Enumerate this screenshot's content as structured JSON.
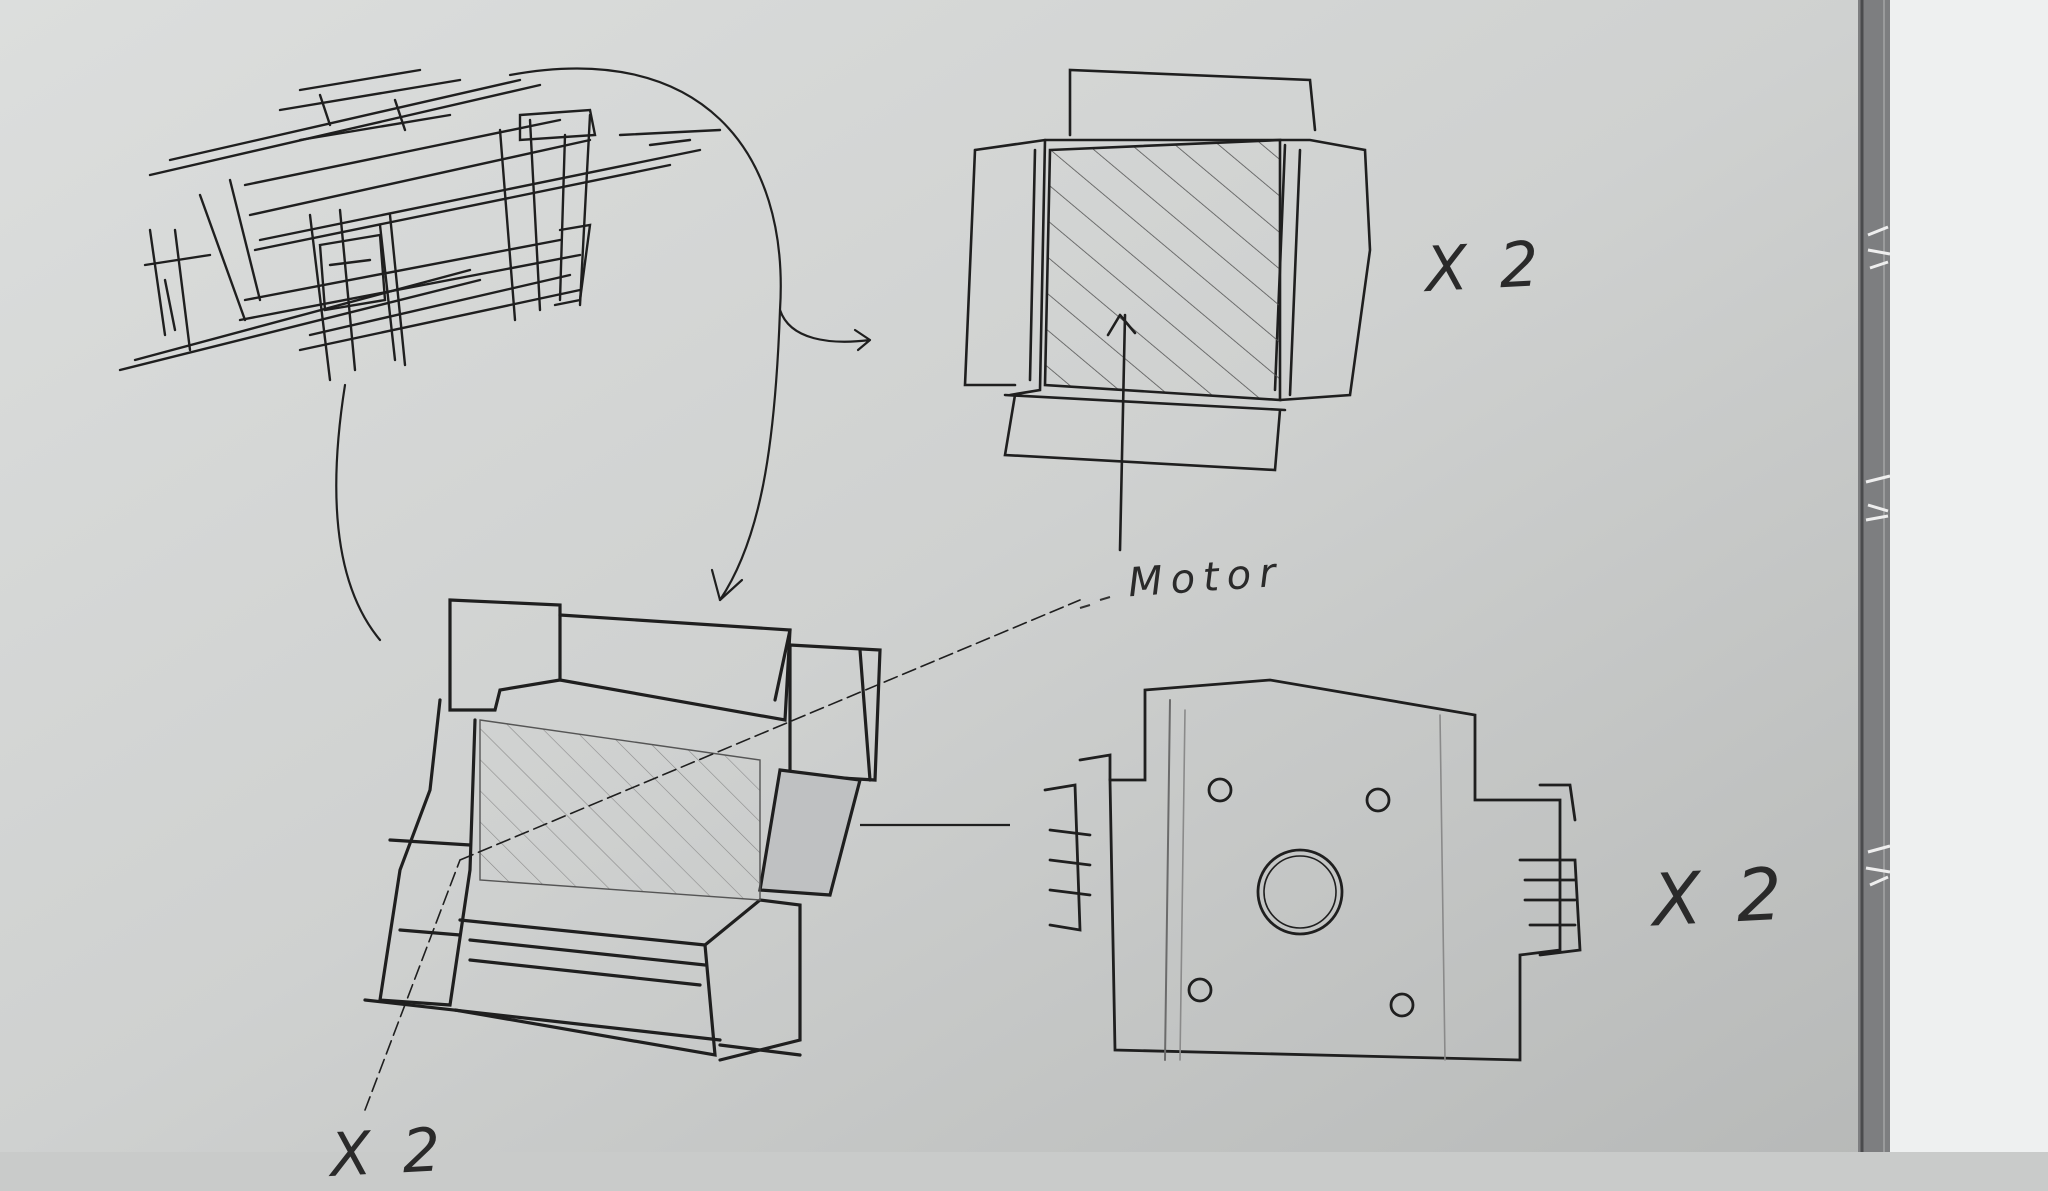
{
  "labels": {
    "x2_top": "X 2",
    "motor": "Motor",
    "x2_bottom": "X 2",
    "x2_cut": "X 2"
  },
  "colors": {
    "paper": "#d8dad9",
    "paper_shadow": "#b9bbba",
    "ink": "#1f1f1f",
    "binding": "#6b6c6e",
    "background_right": "#eef0f0"
  }
}
